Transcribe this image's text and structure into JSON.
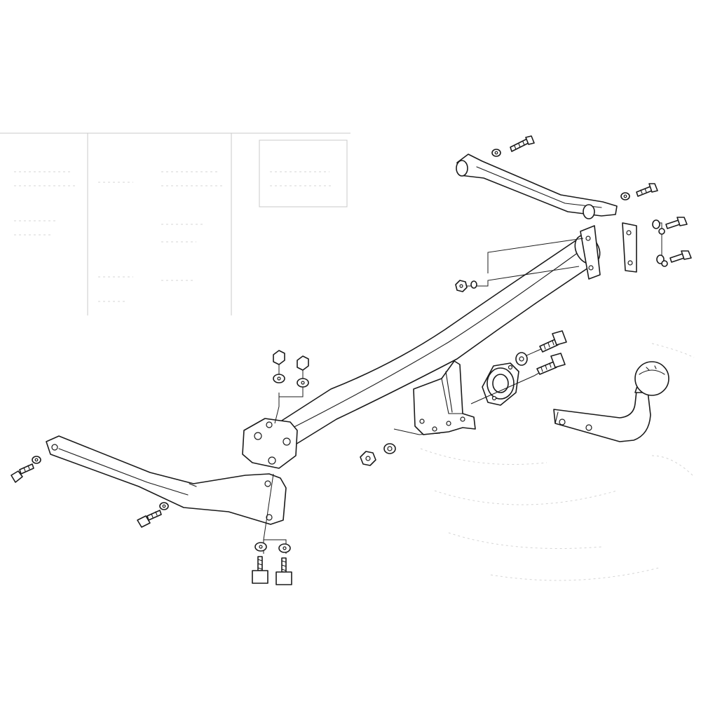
{
  "figure": {
    "colors": {
      "line": "#1a1a1a",
      "background": "#ffffff",
      "ghost": "#c8c8c8"
    },
    "parts": [
      "main-crossbar",
      "left-side-arm",
      "right-side-arm",
      "tow-ball-neck",
      "socket-plate",
      "hardware-set"
    ]
  }
}
